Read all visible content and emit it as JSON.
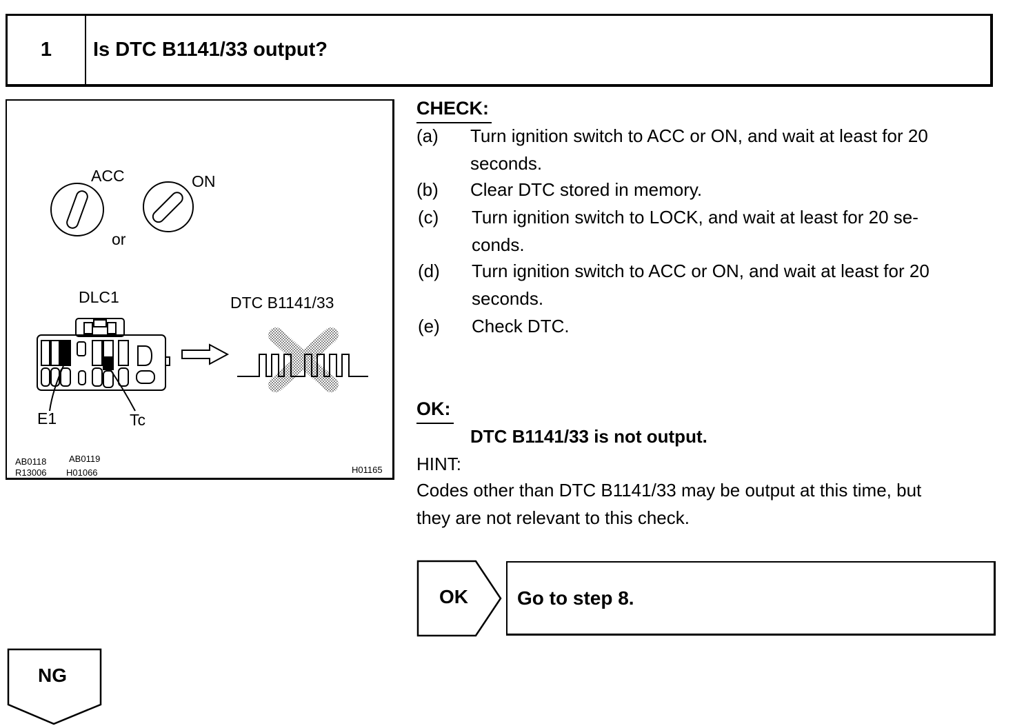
{
  "header": {
    "step_number": "1",
    "title": "Is DTC B1141/33 output?"
  },
  "figure": {
    "acc_label": "ACC",
    "on_label": "ON",
    "or_label": "or",
    "dlc_label": "DLC1",
    "dtc_label": "DTC B1141/33",
    "e1_label": "E1",
    "tc_label": "Tc",
    "code_line1_a": "AB0118",
    "code_line1_b": "AB0119",
    "code_line2_a": "R13006",
    "code_line2_b": "H01066",
    "code_right": "H01165"
  },
  "check": {
    "heading": "CHECK:",
    "steps": [
      {
        "letter": "(a)",
        "line1": "Turn ignition switch to ACC or ON, and wait at least for 20",
        "line2": "seconds."
      },
      {
        "letter": "(b)",
        "line1": "Clear DTC stored in memory."
      },
      {
        "letter": "(c)",
        "line1": "Turn ignition switch to LOCK, and wait at least for 20 se-",
        "line2": "conds."
      },
      {
        "letter": "(d)",
        "line1": "Turn ignition switch to ACC or ON, and wait at least for 20",
        "line2": "seconds."
      },
      {
        "letter": "(e)",
        "line1": "Check DTC."
      }
    ]
  },
  "ok": {
    "heading": "OK:",
    "result": "DTC B1141/33 is not output.",
    "hint_label": "HINT:",
    "hint_line1": "Codes other than DTC B1141/33 may be output at this time, but",
    "hint_line2": "they are not relevant to this check."
  },
  "result_ok": {
    "label": "OK",
    "action": "Go to step 8."
  },
  "result_ng": {
    "label": "NG"
  }
}
